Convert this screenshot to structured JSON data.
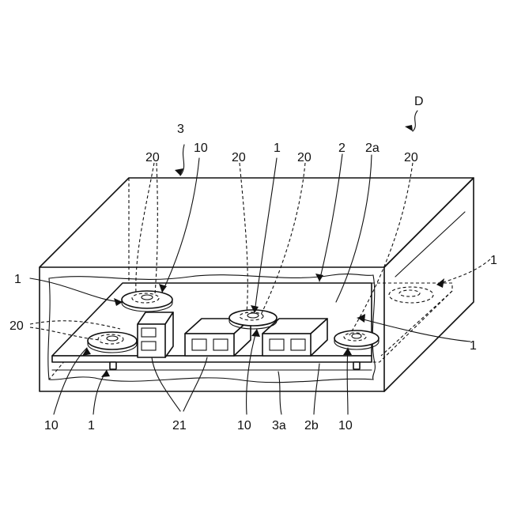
{
  "figure": {
    "labels": {
      "D": "D",
      "l3": "3",
      "l20a": "20",
      "l10a": "10",
      "l20b": "20",
      "l1a": "1",
      "l20c": "20",
      "l2": "2",
      "l2a": "2a",
      "l20d": "20",
      "l1b": "1",
      "l1c": "1",
      "l20e": "20",
      "l1d": "1",
      "l10b": "10",
      "l1e": "1",
      "l21": "21",
      "l10c": "10",
      "l3a": "3a",
      "l2b": "2b",
      "l10d": "10"
    }
  }
}
